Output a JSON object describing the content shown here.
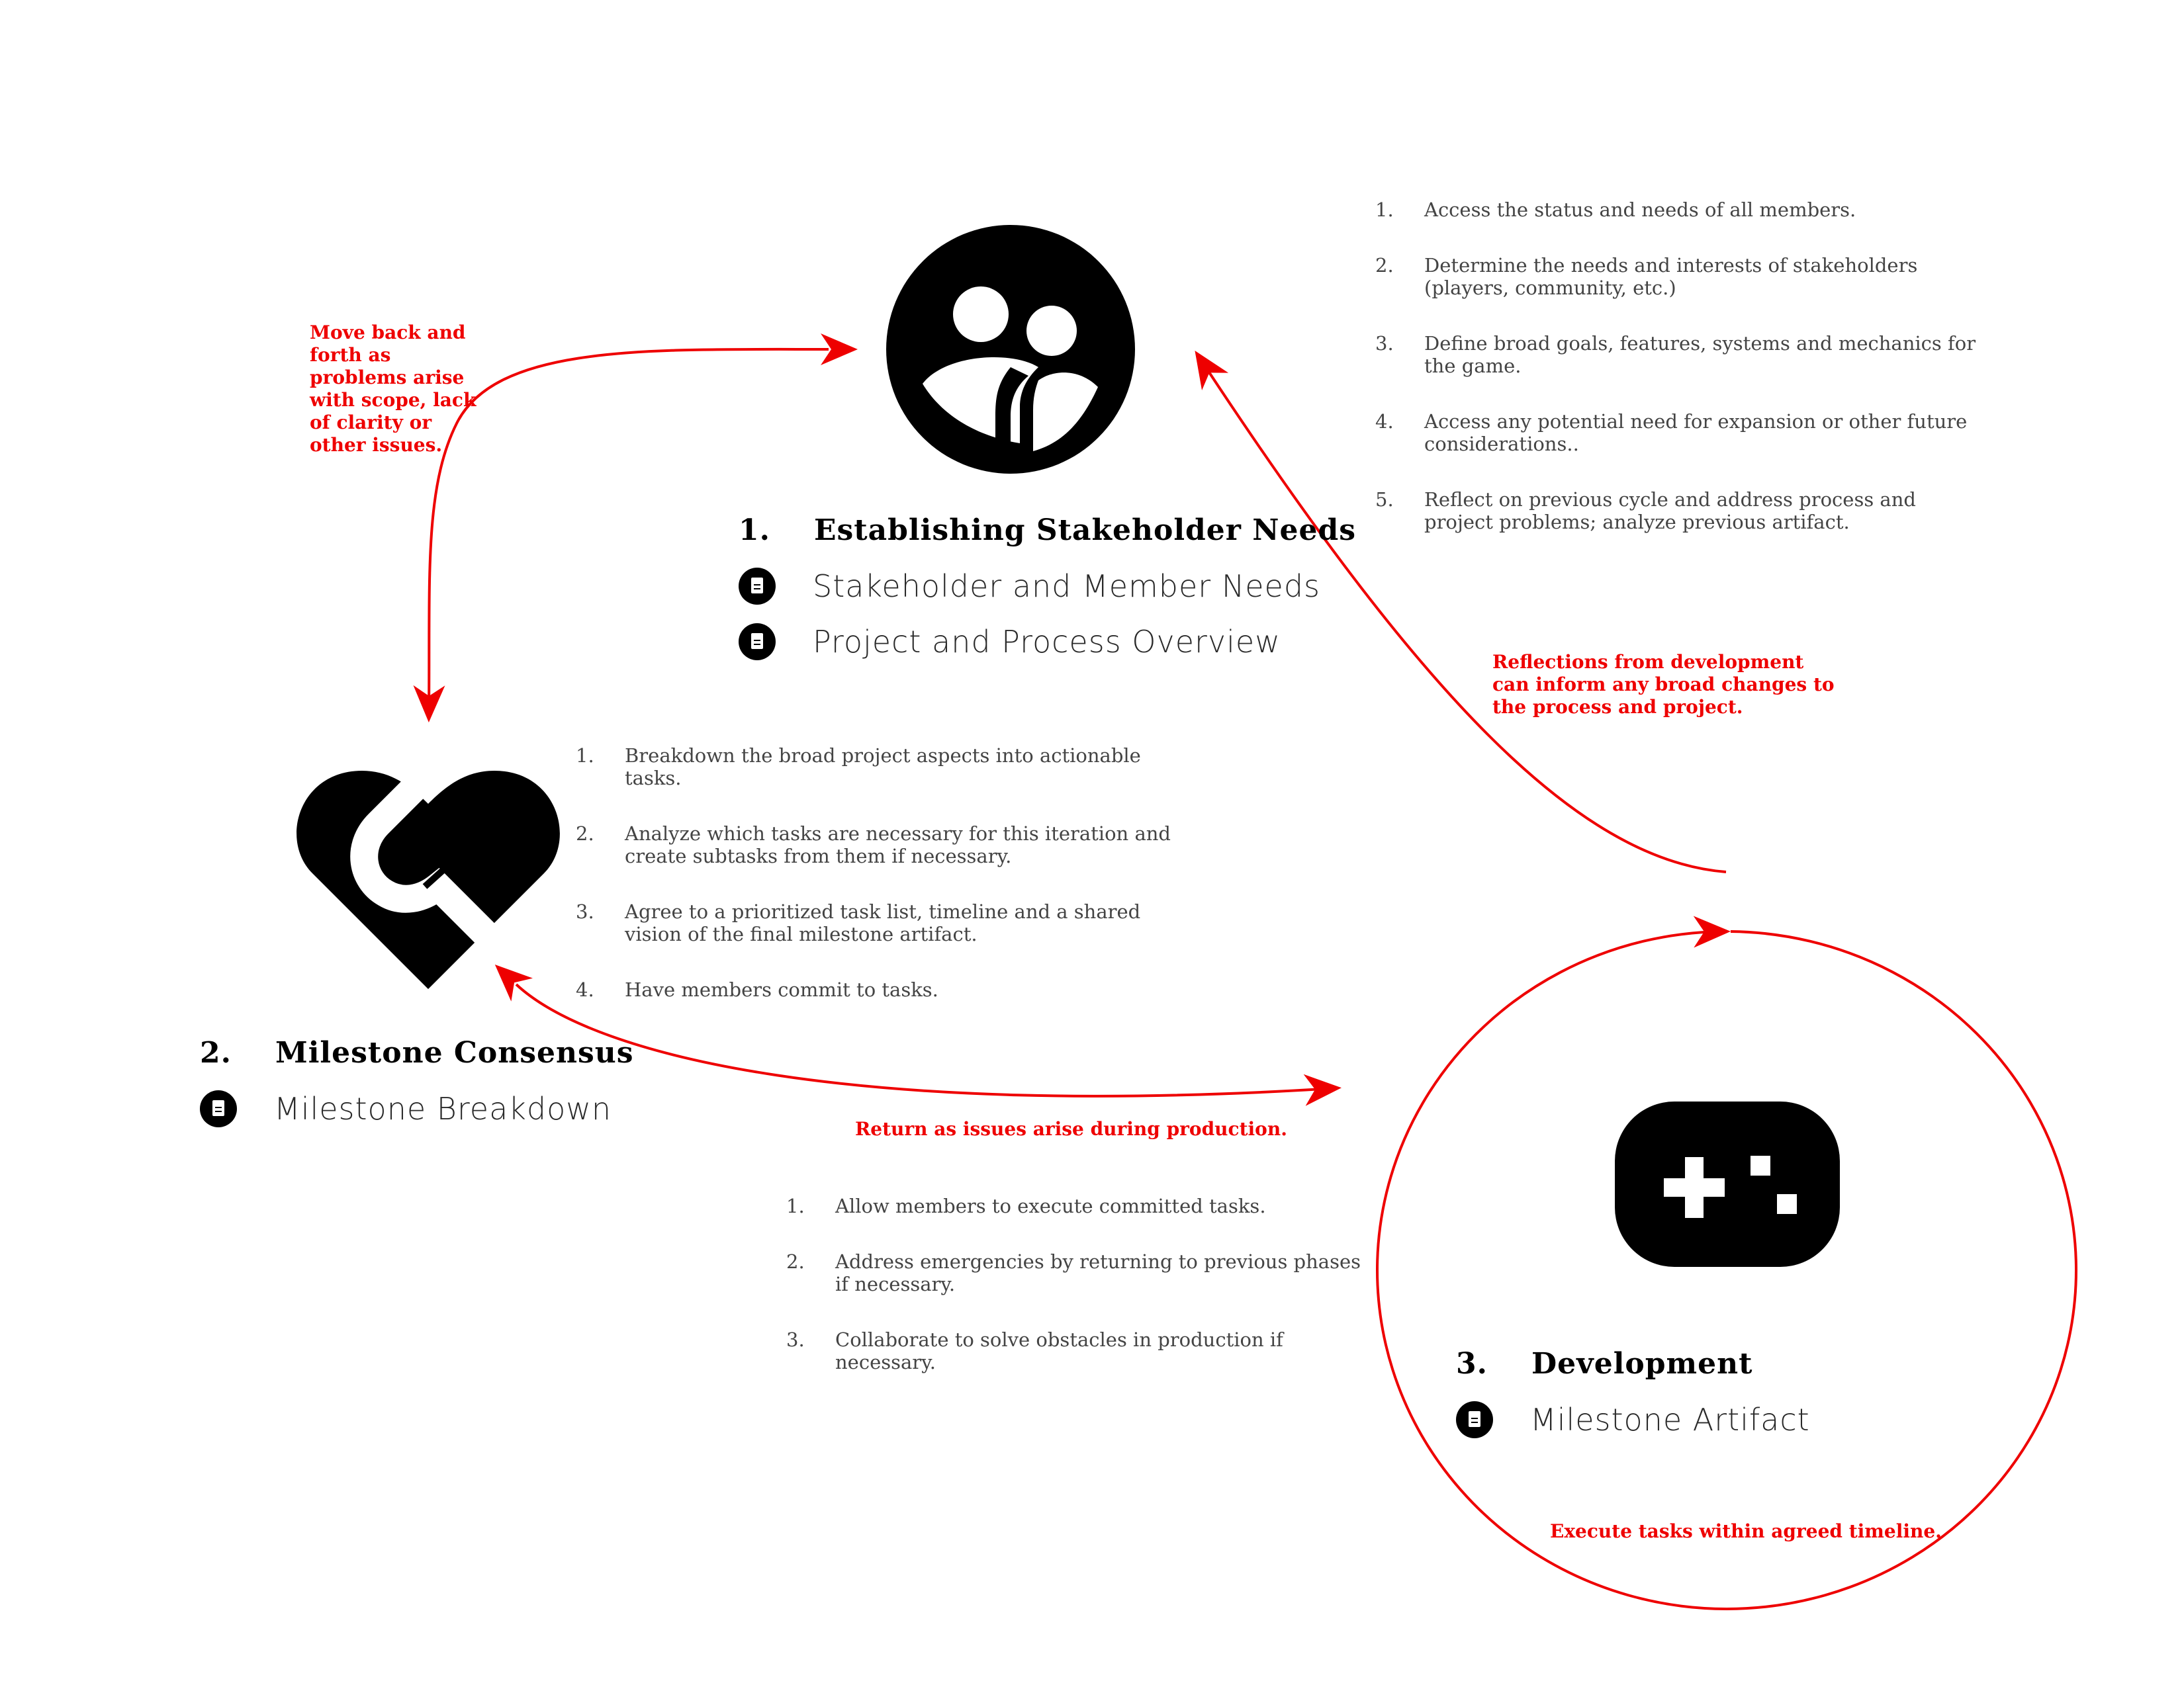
{
  "phases": [
    {
      "number": "1.",
      "title": "Establishing Stakeholder Needs",
      "icon": "group-icon",
      "artifacts": [
        "Stakeholder and Member Needs",
        "Project and Process Overview"
      ],
      "steps": [
        {
          "n": "1.",
          "text": "Access the status and needs of all members."
        },
        {
          "n": "2.",
          "text": "Determine the needs and interests of stakeholders (players, community, etc.)"
        },
        {
          "n": "3.",
          "text": "Define broad goals, features, systems and mechanics for the game."
        },
        {
          "n": "4.",
          "text": "Access any potential need for expansion or other future considerations.."
        },
        {
          "n": "5.",
          "text": "Reflect on previous cycle and address process and project problems; analyze previous artifact."
        }
      ]
    },
    {
      "number": "2.",
      "title": "Milestone Consensus",
      "icon": "handshake-heart-icon",
      "artifacts": [
        "Milestone Breakdown"
      ],
      "steps": [
        {
          "n": "1.",
          "text": "Breakdown the broad project aspects into actionable tasks."
        },
        {
          "n": "2.",
          "text": "Analyze which tasks are necessary for this iteration and create subtasks from them if necessary."
        },
        {
          "n": "3.",
          "text": "Agree to a prioritized task list, timeline and a shared vision of the final milestone artifact."
        },
        {
          "n": "4.",
          "text": "Have members commit to tasks."
        }
      ]
    },
    {
      "number": "3.",
      "title": "Development",
      "icon": "gamepad-icon",
      "artifacts": [
        "Milestone Artifact"
      ],
      "steps": [
        {
          "n": "1.",
          "text": "Allow members to execute committed tasks."
        },
        {
          "n": "2.",
          "text": "Address emergencies by returning to previous phases if necessary."
        },
        {
          "n": "3.",
          "text": "Collaborate to solve obstacles in production if necessary."
        }
      ]
    }
  ],
  "annotations": {
    "phase1_phase2": "Move back and forth as problems arise with scope, lack of clarity or other issues.",
    "phase2_phase3": "Return as issues arise during production.",
    "phase3_phase1": "Reflections from development can inform any broad changes to the process and project.",
    "phase3_loop": "Execute tasks within agreed timeline."
  },
  "colors": {
    "accent": "#ee0000",
    "icon": "#000000",
    "step_text": "#444444"
  }
}
